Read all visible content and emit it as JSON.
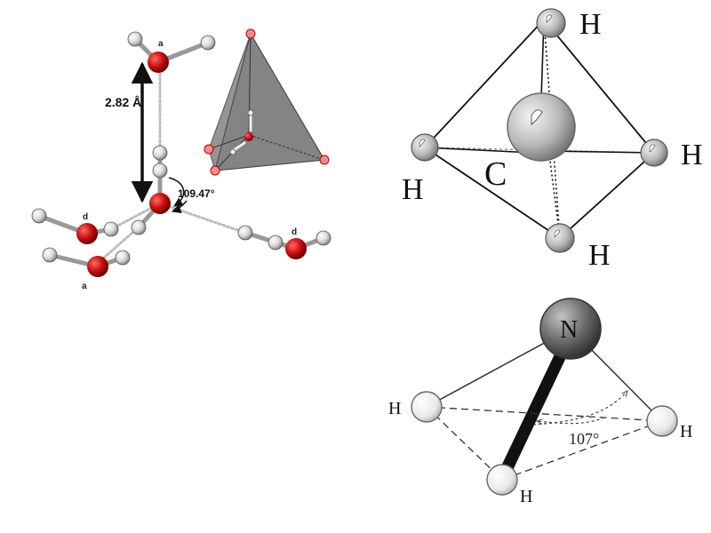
{
  "water_panel": {
    "distance_label": "2.82 Å",
    "angle_label": "109.47°",
    "label_a_top": "a",
    "label_d_left": "d",
    "label_d_right": "d",
    "label_a_bottom": "a",
    "colors": {
      "oxygen": "#cc1111",
      "hydrogen": "#d8d8d8",
      "tetrahedron": "#8a8a8a"
    }
  },
  "methane_panel": {
    "carbon_label": "C",
    "h_top": "H",
    "h_left": "H",
    "h_right": "H",
    "h_bottom": "H",
    "colors": {
      "atom": "#b9b9b9",
      "bond": "#111111"
    }
  },
  "ammonia_panel": {
    "nitrogen_label": "N",
    "h_left": "H",
    "h_right": "H",
    "h_bottom": "H",
    "angle_label": "107°",
    "colors": {
      "nitrogen": "#6f6f6f",
      "hydrogen": "#e8e8e8"
    }
  }
}
